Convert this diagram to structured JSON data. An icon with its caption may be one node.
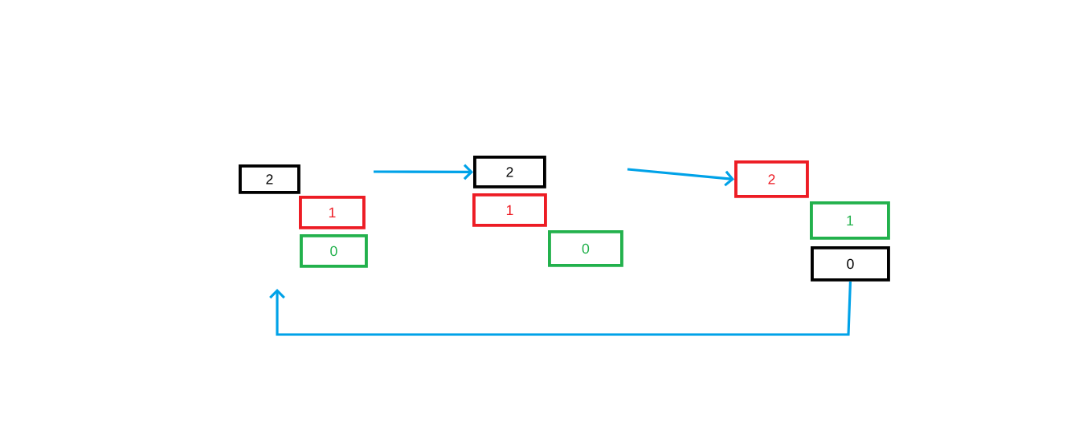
{
  "diagram": {
    "nodes": [
      {
        "text": [
          "2"
        ]
      },
      {
        "text": [
          "1"
        ]
      },
      {
        "text": [
          "0"
        ]
      },
      {
        "text": [
          "2"
        ]
      },
      {
        "text": [
          "1"
        ]
      },
      {
        "text": [
          "0"
        ]
      },
      {
        "text": [
          "2"
        ]
      },
      {
        "text": [
          "1"
        ]
      },
      {
        "text": [
          "0"
        ]
      }
    ],
    "edges": [
      {
        "from": null,
        "to": 3,
        "arrow": "to"
      },
      {
        "from": null,
        "to": 6,
        "arrow": "to"
      },
      {
        "from": 8,
        "to": null,
        "arrow": "to"
      }
    ]
  }
}
